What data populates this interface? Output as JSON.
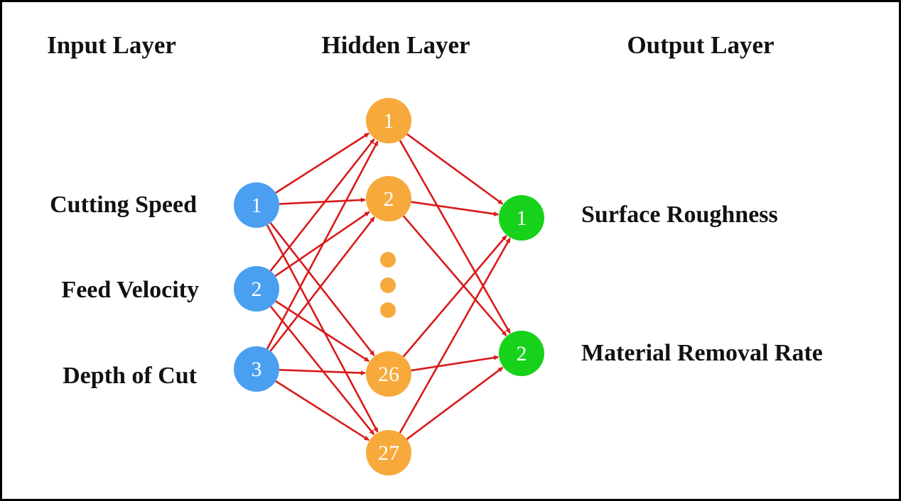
{
  "headers": {
    "input": "Input Layer",
    "hidden": "Hidden Layer",
    "output": "Output Layer"
  },
  "input_nodes": [
    {
      "id": "1",
      "label": "Cutting Speed"
    },
    {
      "id": "2",
      "label": "Feed Velocity"
    },
    {
      "id": "3",
      "label": "Depth of Cut"
    }
  ],
  "hidden_nodes": [
    {
      "id": "1"
    },
    {
      "id": "2"
    },
    {
      "id": "26"
    },
    {
      "id": "27"
    }
  ],
  "output_nodes": [
    {
      "id": "1",
      "label": "Surface Roughness"
    },
    {
      "id": "2",
      "label": "Material Removal Rate"
    }
  ],
  "colors": {
    "input": "#4a9ff0",
    "hidden": "#f7a93b",
    "output": "#17d21a",
    "edge": "#d91a1a",
    "text": "#111111",
    "border": "#000000"
  }
}
